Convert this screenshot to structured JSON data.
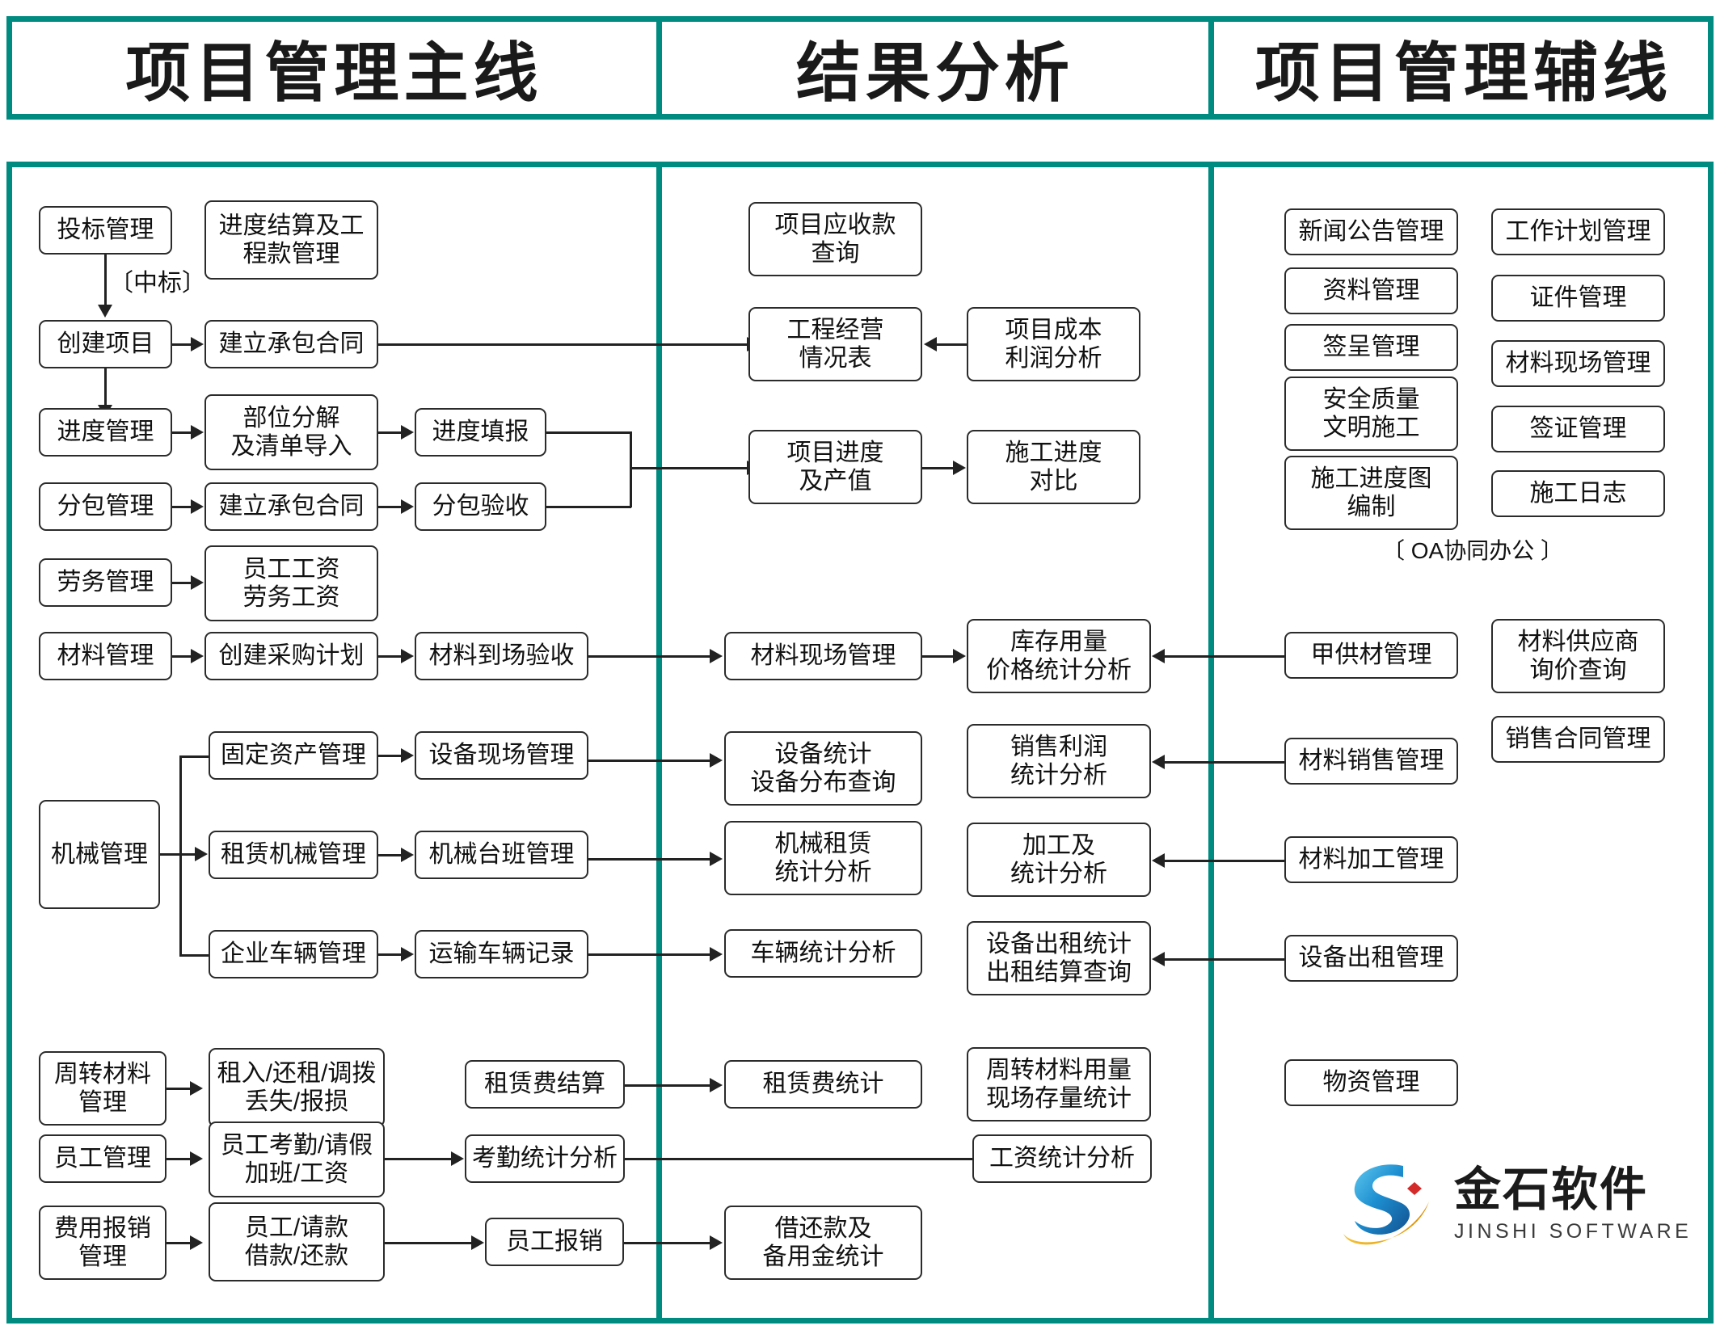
{
  "theme": {
    "teal": "#008B80",
    "box_border": "#2b2b2b",
    "line": "#222222"
  },
  "columns": [
    {
      "id": "main-line",
      "title": "项目管理主线"
    },
    {
      "id": "result-analysis",
      "title": "结果分析"
    },
    {
      "id": "aux-line",
      "title": "项目管理辅线"
    }
  ],
  "annotations": {
    "bid_won": "〔中标〕",
    "oa_office": "〔 OA协同办公 〕"
  },
  "main_line": {
    "bidding": "投标管理",
    "progress_settlement": "进度结算及工\n程款管理",
    "create_project": "创建项目",
    "contract_1": "建立承包合同",
    "progress_mgmt": "进度管理",
    "part_decompose": "部位分解\n及清单导入",
    "progress_fill": "进度填报",
    "subcontract_mgmt": "分包管理",
    "contract_2": "建立承包合同",
    "subcontract_accept": "分包验收",
    "labor_mgmt": "劳务管理",
    "staff_wage": "员工工资\n劳务工资",
    "material_mgmt": "材料管理",
    "purchase_plan": "创建采购计划",
    "material_arrive": "材料到场验收",
    "machine_mgmt": "机械管理",
    "fixed_asset": "固定资产管理",
    "equip_site": "设备现场管理",
    "lease_machine": "租赁机械管理",
    "machine_shift": "机械台班管理",
    "company_vehicle": "企业车辆管理",
    "transport_record": "运输车辆记录",
    "revolving_material": "周转材料\n管理",
    "rent_return": "租入/还租/调拨\n丢失/报损",
    "lease_fee_settle": "租赁费结算",
    "staff_mgmt": "员工管理",
    "attendance": "员工考勤/请假\n加班/工资",
    "attendance_stat": "考勤统计分析",
    "expense_mgmt": "费用报销\n管理",
    "staff_loan": "员工/请款\n借款/还款",
    "staff_reimburse": "员工报销"
  },
  "result_analysis": {
    "receivable_query": "项目应收款\n查询",
    "operation_table": "工程经营\n情况表",
    "cost_profit": "项目成本\n利润分析",
    "project_progress_value": "项目进度\n及产值",
    "construction_compare": "施工进度\n对比",
    "material_site_mgmt": "材料现场管理",
    "stock_price_stat": "库存用量\n价格统计分析",
    "equip_stat": "设备统计\n设备分布查询",
    "sales_profit_stat": "销售利润\n统计分析",
    "machine_lease_stat": "机械租赁\n统计分析",
    "process_stat": "加工及\n统计分析",
    "vehicle_stat": "车辆统计分析",
    "equip_rent_stat": "设备出租统计\n出租结算查询",
    "lease_fee_stat": "租赁费统计",
    "revolving_stat": "周转材料用量\n现场存量统计",
    "wage_stat": "工资统计分析",
    "loan_petty_stat": "借还款及\n备用金统计"
  },
  "aux_line": {
    "news_notice": "新闻公告管理",
    "work_plan": "工作计划管理",
    "document_mgmt": "资料管理",
    "certificate_mgmt": "证件管理",
    "signature_mgmt": "签呈管理",
    "material_site": "材料现场管理",
    "safety_quality": "安全质量\n文明施工",
    "visa_mgmt": "签证管理",
    "construction_chart": "施工进度图\n编制",
    "construction_log": "施工日志",
    "owner_material": "甲供材管理",
    "supplier_quote": "材料供应商\n询价查询",
    "material_sales": "材料销售管理",
    "sales_contract": "销售合同管理",
    "material_process": "材料加工管理",
    "equip_rent_mgmt": "设备出租管理",
    "supplies_mgmt": "物资管理"
  },
  "logo": {
    "cn": "金石软件",
    "en": "JINSHI SOFTWARE"
  }
}
